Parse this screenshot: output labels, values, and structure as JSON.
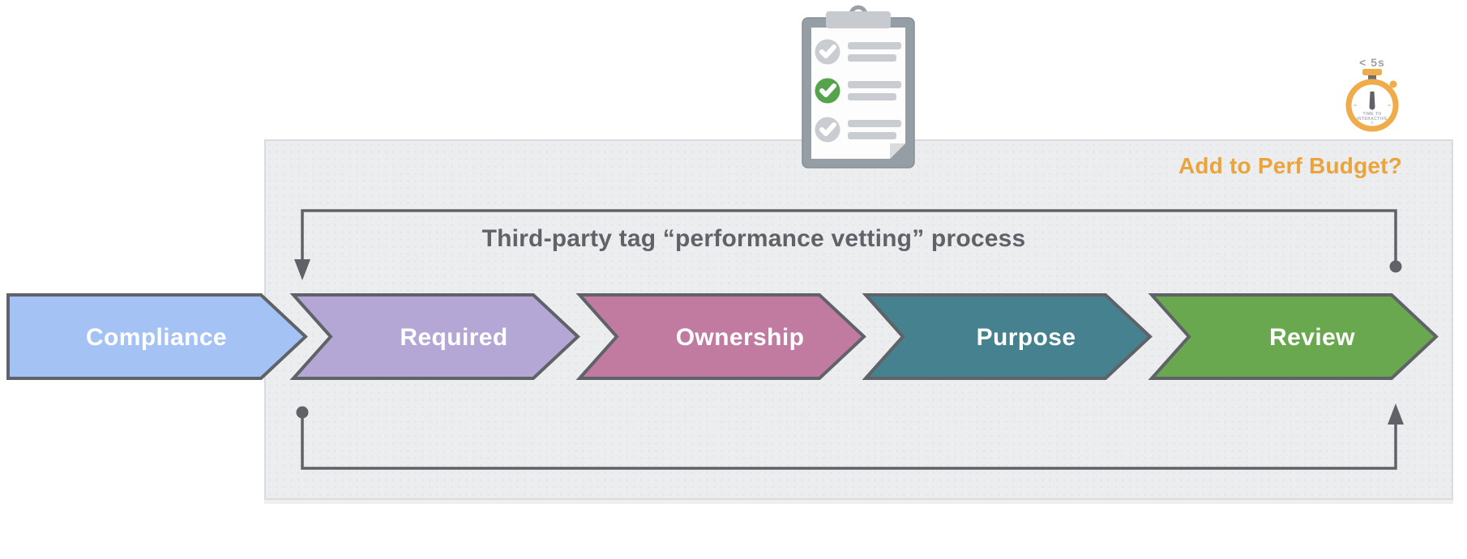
{
  "diagram": {
    "title": "Third-party tag “performance vetting” process",
    "budget_question": "Add to Perf Budget?",
    "stages": [
      {
        "label": "Compliance",
        "color": "#a4c2f4"
      },
      {
        "label": "Required",
        "color": "#b4a7d6"
      },
      {
        "label": "Ownership",
        "color": "#c27ba0"
      },
      {
        "label": "Purpose",
        "color": "#45818e"
      },
      {
        "label": "Review",
        "color": "#6aa84f"
      }
    ],
    "outline_color": "#5f6368",
    "accent_orange": "#eba43c",
    "panel_background": "#ecedef"
  },
  "clipboard": {
    "items": [
      {
        "state": "checked-inactive",
        "color": "#c9cdd1"
      },
      {
        "state": "checked-active",
        "color": "#55a44b"
      },
      {
        "state": "checked-inactive",
        "color": "#c9cdd1"
      }
    ]
  },
  "stopwatch": {
    "time_label": "< 5s",
    "face_line1": "TIME TO",
    "face_line2": "INTERACTIVE",
    "ring_color": "#f0ac4a"
  }
}
